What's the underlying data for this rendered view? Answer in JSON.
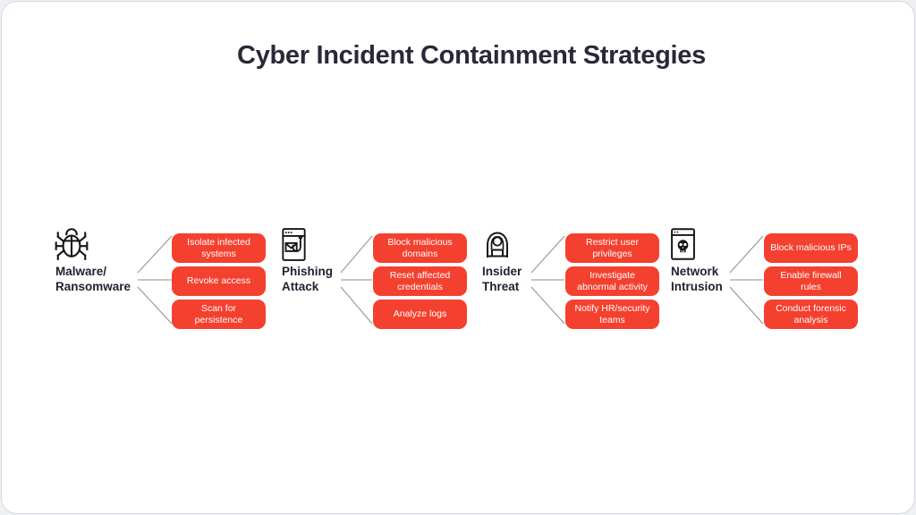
{
  "title": "Cyber Incident Containment Strategies",
  "colors": {
    "action_box": "#f4402f",
    "action_text": "#ffffff",
    "title_text": "#2b2839",
    "label_text": "#232032",
    "connector": "#8f8f8f",
    "card_background": "#ffffff",
    "card_border": "#d9d6e2",
    "icon_stroke": "#161616"
  },
  "groups": [
    {
      "icon": "bug-icon",
      "label_line1": "Malware/",
      "label_line2": "Ransomware",
      "actions": [
        {
          "label": "Isolate infected systems"
        },
        {
          "label": "Revoke access"
        },
        {
          "label": "Scan for persistence"
        }
      ]
    },
    {
      "icon": "phishing-window-icon",
      "label_line1": "Phishing",
      "label_line2": "Attack",
      "actions": [
        {
          "label": "Block malicious domains"
        },
        {
          "label": "Reset affected credentials"
        },
        {
          "label": "Analyze logs"
        }
      ]
    },
    {
      "icon": "hooded-user-icon",
      "label_line1": "Insider",
      "label_line2": "Threat",
      "actions": [
        {
          "label": "Restrict user privileges"
        },
        {
          "label": "Investigate abnormal activity"
        },
        {
          "label": "Notify HR/security teams"
        }
      ]
    },
    {
      "icon": "skull-window-icon",
      "label_line1": "Network",
      "label_line2": "Intrusion",
      "actions": [
        {
          "label": "Block malicious IPs"
        },
        {
          "label": "Enable firewall rules"
        },
        {
          "label": "Conduct forensic analysis"
        }
      ]
    }
  ]
}
